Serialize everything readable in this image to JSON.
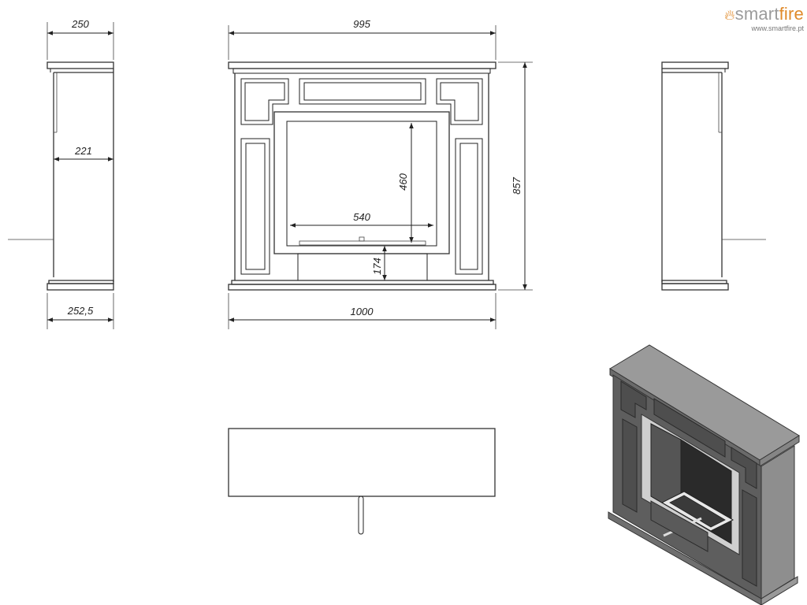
{
  "brand": {
    "name_part1": "smart",
    "name_part2": "fire",
    "website": "www.smartfire.pt",
    "icon": "flame-icon",
    "colors": {
      "name": "#9b9b9b",
      "accent": "#e08a2a"
    }
  },
  "dimensions": {
    "side_top_depth": "250",
    "side_mid_depth": "221",
    "side_bottom_depth": "252,5",
    "front_top_width": "995",
    "front_bottom_width": "1000",
    "total_height": "857",
    "opening_width": "540",
    "opening_height": "460",
    "plinth_height": "174"
  }
}
